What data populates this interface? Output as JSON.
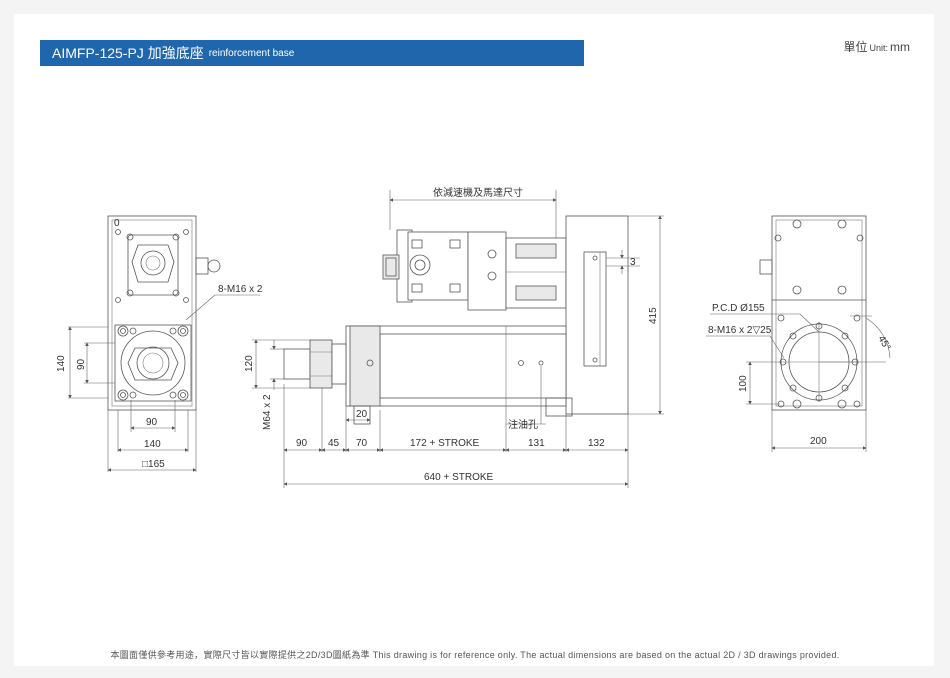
{
  "header": {
    "title": "AIMFP-125-PJ 加強底座",
    "subtitle": "reinforcement base",
    "unit_label": "單位",
    "unit_en": "Unit:",
    "unit_value": "mm"
  },
  "dims": {
    "reducer_motor": "依減速機及馬達尺寸",
    "d3": "3",
    "d415": "415",
    "bolt_left": "8-M16 x 2",
    "d140v": "140",
    "d90v": "90",
    "d90h": "90",
    "d140h": "140",
    "sq165": "□165",
    "d120": "120",
    "m64": "M64 x 2",
    "d20": "20",
    "oil_hole": "注油孔",
    "b90": "90",
    "b45": "45",
    "b70": "70",
    "b172": "172 + STROKE",
    "b131": "131",
    "b132": "132",
    "total": "640 + STROKE",
    "pcd": "P.C.D Ø155",
    "bolt_right": "8-M16 x 2▽25",
    "angle": "45°",
    "d100": "100",
    "d200": "200"
  },
  "colors": {
    "title_bar": "#1f66ad",
    "line": "#555555"
  },
  "footer": {
    "disclaimer": "本圖面僅供參考用途，實際尺寸皆以實際提供之2D/3D圖紙為準 This drawing is for reference only. The actual dimensions are based on the actual 2D / 3D drawings provided."
  }
}
